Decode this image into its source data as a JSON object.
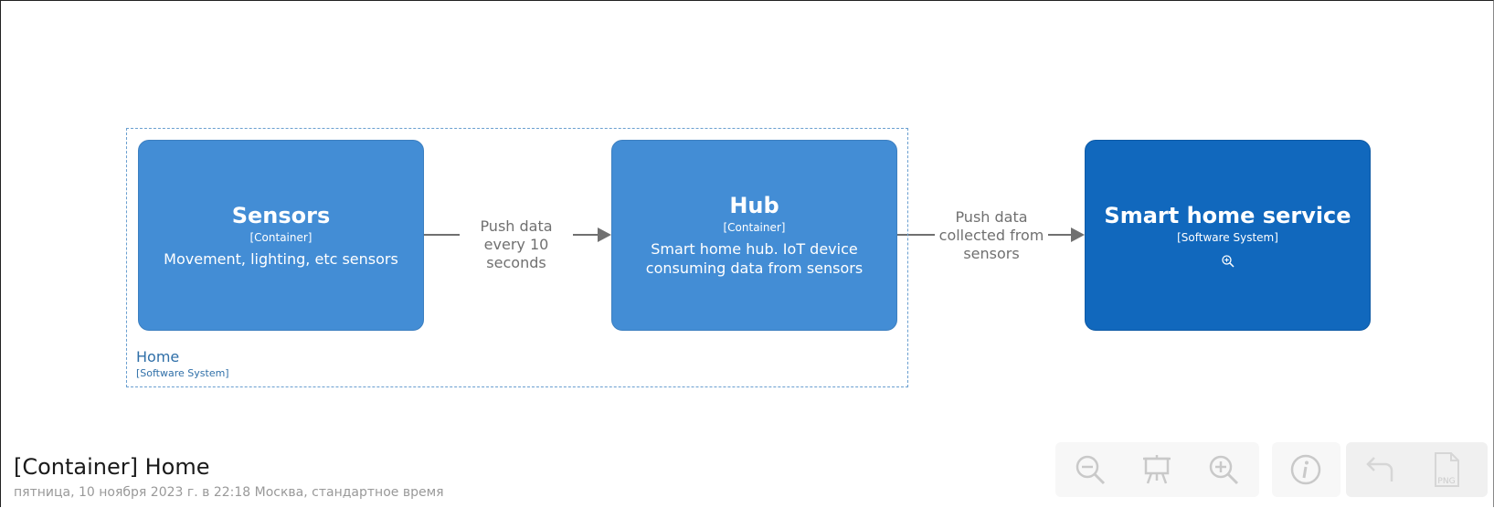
{
  "diagram": {
    "title": "[Container] Home",
    "date": "пятница, 10 ноября 2023 г. в 22:18 Москва, стандартное время"
  },
  "boundary": {
    "name": "Home",
    "type": "[Software System]"
  },
  "elements": {
    "sensors": {
      "name": "Sensors",
      "type": "[Container]",
      "description": "Movement, lighting, etc sensors"
    },
    "hub": {
      "name": "Hub",
      "type": "[Container]",
      "description": "Smart home hub. IoT device consuming data from sensors"
    },
    "smart_home_service": {
      "name": "Smart home service",
      "type": "[Software System]",
      "zoom_icon": "zoom-in-icon"
    }
  },
  "relationships": [
    {
      "from": "Sensors",
      "to": "Hub",
      "label": "Push data every 10 seconds"
    },
    {
      "from": "Hub",
      "to": "Smart home service",
      "label": "Push data collected from sensors"
    }
  ],
  "toolbar": {
    "buttons": [
      {
        "name": "zoom-out",
        "icon": "zoom-out-icon"
      },
      {
        "name": "presentation",
        "icon": "easel-icon"
      },
      {
        "name": "zoom-in",
        "icon": "zoom-in-icon"
      },
      {
        "name": "info",
        "icon": "info-icon"
      },
      {
        "name": "back",
        "icon": "undo-arrow-icon"
      },
      {
        "name": "export-png",
        "icon": "png-file-icon",
        "label": "PNG"
      }
    ]
  },
  "colors": {
    "container": "#438dd5",
    "software_system": "#1168bd",
    "boundary": "#6a9fd0",
    "relationship": "#707070"
  }
}
